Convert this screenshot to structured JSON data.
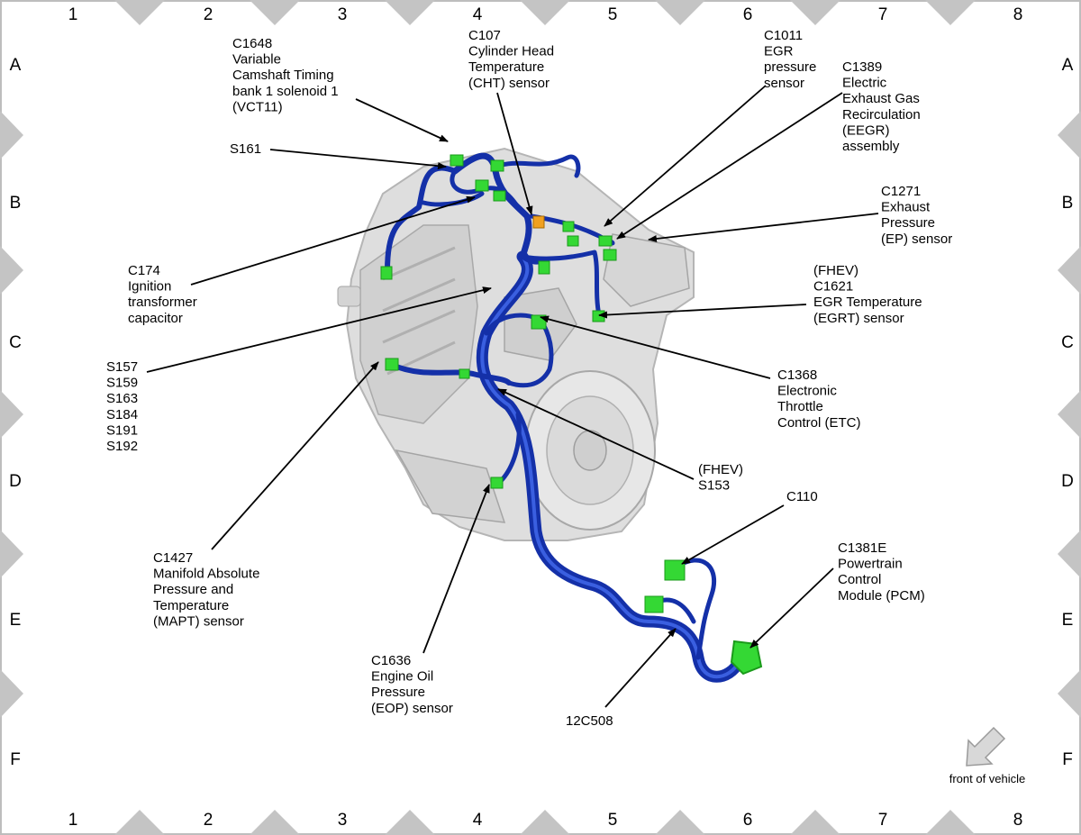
{
  "grid": {
    "columns": [
      "1",
      "2",
      "3",
      "4",
      "5",
      "6",
      "7",
      "8"
    ],
    "rows": [
      "A",
      "B",
      "C",
      "D",
      "E",
      "F"
    ]
  },
  "labels": {
    "c1648": [
      "C1648",
      "Variable",
      "Camshaft Timing",
      "bank 1 solenoid 1",
      "(VCT11)"
    ],
    "c107": [
      "C107",
      "Cylinder Head",
      "Temperature",
      "(CHT) sensor"
    ],
    "c1011": [
      "C1011",
      "EGR",
      "pressure",
      "sensor"
    ],
    "c1389": [
      "C1389",
      "Electric",
      "Exhaust Gas",
      "Recirculation",
      "(EEGR)",
      "assembly"
    ],
    "s161": [
      "S161"
    ],
    "c1271": [
      "C1271",
      "Exhaust",
      "Pressure",
      "(EP) sensor"
    ],
    "c174": [
      "C174",
      "Ignition",
      "transformer",
      "capacitor"
    ],
    "c1621": [
      "(FHEV)",
      "C1621",
      "EGR Temperature",
      "(EGRT) sensor"
    ],
    "splices": [
      "S157",
      "S159",
      "S163",
      "S184",
      "S191",
      "S192"
    ],
    "c1368": [
      "C1368",
      "Electronic",
      "Throttle",
      "Control (ETC)"
    ],
    "s153": [
      "(FHEV)",
      "S153"
    ],
    "c110": [
      "C110"
    ],
    "c1381e": [
      "C1381E",
      "Powertrain",
      "Control",
      "Module (PCM)"
    ],
    "c1427": [
      "C1427",
      "Manifold Absolute",
      "Pressure and",
      "Temperature",
      "(MAPT) sensor"
    ],
    "c1636": [
      "C1636",
      "Engine Oil",
      "Pressure",
      "(EOP) sensor"
    ],
    "harness": [
      "12C508"
    ]
  },
  "front_of_vehicle": "front of vehicle",
  "colors": {
    "harness": "#1430a8",
    "harness_highlight": "#3a5fe0",
    "connector": "#34d834",
    "connector_dark": "#1a9a1a",
    "cht_connector": "#f0a020",
    "engine": "#dcdcdc",
    "border_tab": "#c4c4c4",
    "arrow": "#d8d8d8"
  }
}
